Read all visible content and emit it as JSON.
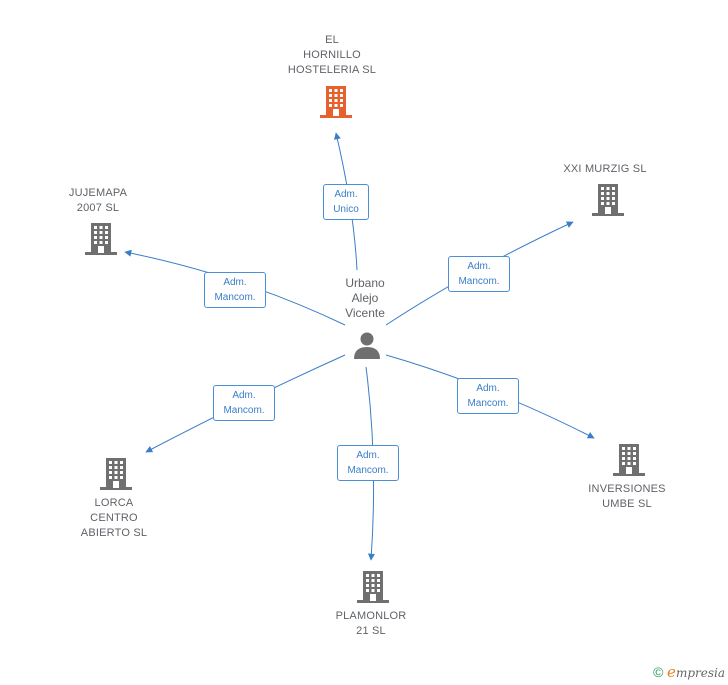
{
  "center": {
    "name": "Urbano\nAlejo\nVicente"
  },
  "companies": [
    {
      "id": "hornillo",
      "name": "EL\nHORNILLO\nHOSTELERIA SL",
      "highlight": true
    },
    {
      "id": "xxi",
      "name": "XXI MURZIG SL",
      "highlight": false
    },
    {
      "id": "jujemapa",
      "name": "JUJEMAPA\n2007 SL",
      "highlight": false
    },
    {
      "id": "inversiones",
      "name": "INVERSIONES\nUMBE SL",
      "highlight": false
    },
    {
      "id": "lorca",
      "name": "LORCA\nCENTRO\nABIERTO SL",
      "highlight": false
    },
    {
      "id": "plamonlor",
      "name": "PLAMONLOR\n21  SL",
      "highlight": false
    }
  ],
  "roles": {
    "hornillo": "Adm.\nUnico",
    "xxi": "Adm.\nMancom.",
    "jujemapa": "Adm.\nMancom.",
    "inversiones": "Adm.\nMancom.",
    "lorca": "Adm.\nMancom.",
    "plamonlor": "Adm.\nMancom."
  },
  "colors": {
    "edge": "#3a7ec8",
    "building": "#6f6f6f",
    "building_highlight": "#e8602c",
    "person": "#6f6f6f"
  },
  "brand": {
    "symbol": "©",
    "initial": "e",
    "rest": "mpresia"
  }
}
